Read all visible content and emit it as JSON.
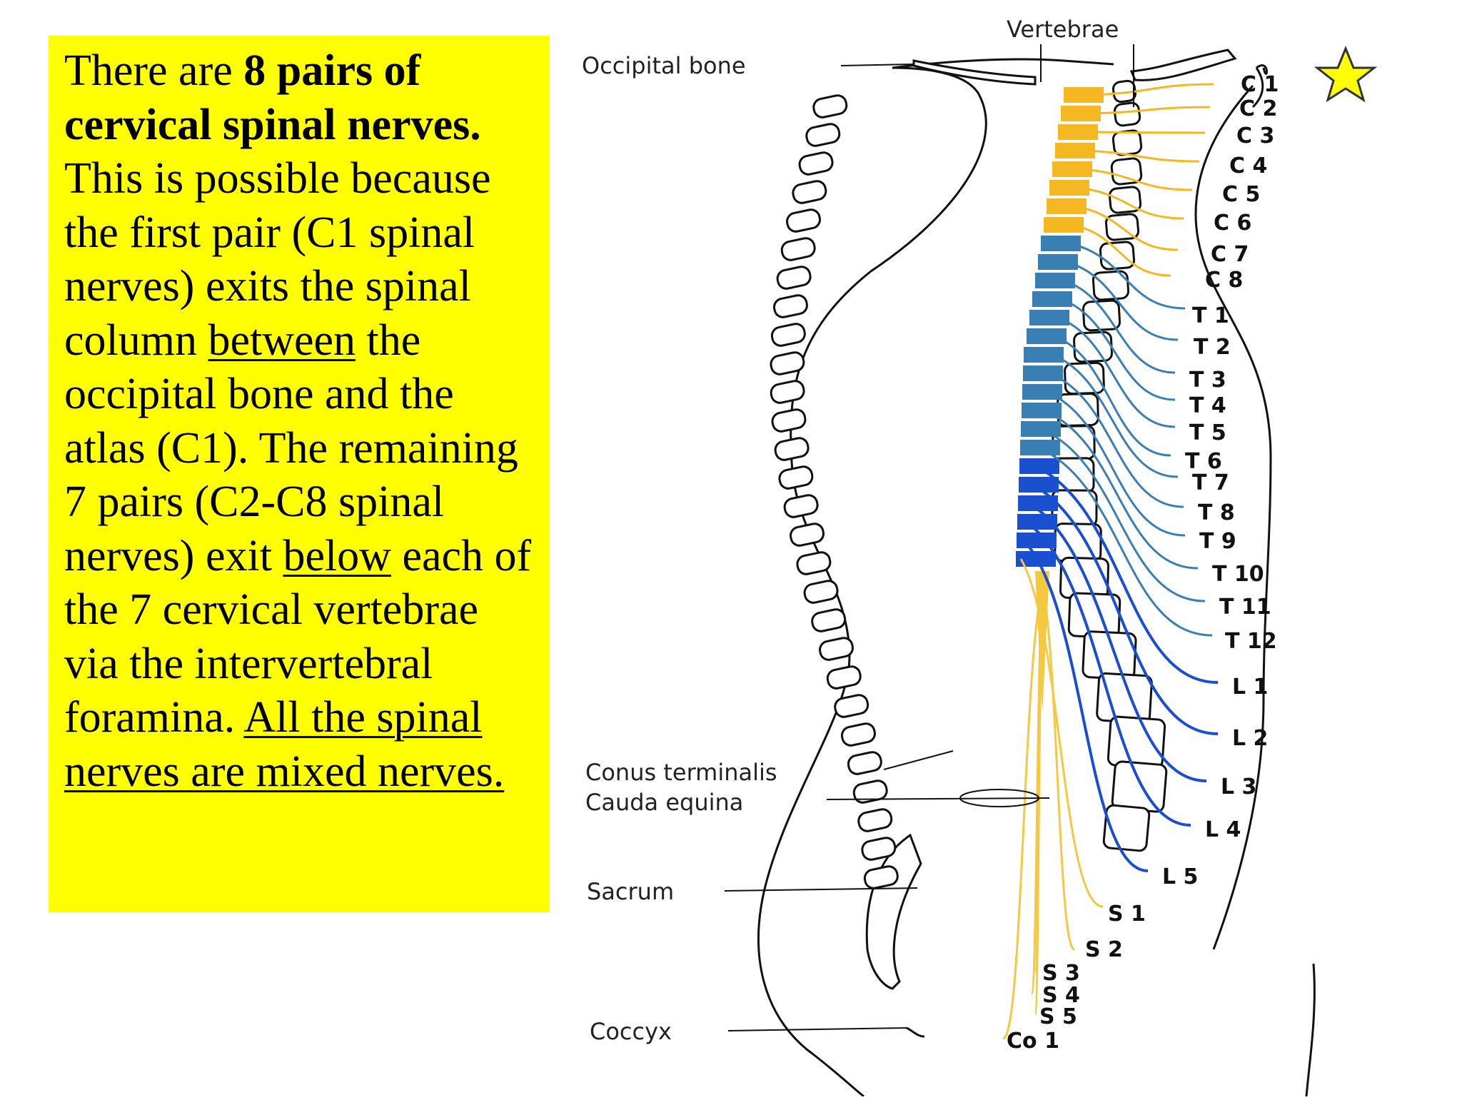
{
  "text_panel": {
    "s1": "There are ",
    "s2": "8 pairs of cervical spinal nerves.",
    "s3": " This is possible because the first pair (C1 spinal nerves) exits the spinal column ",
    "s4": "between",
    "s5": " the occipital bone and the atlas (C1).  The remaining 7 pairs (C2-C8 spinal nerves) exit ",
    "s6": "below",
    "s7": " each of the 7 cervical vertebrae via the intervertebral foramina.  ",
    "s8": "All the spinal nerves are mixed nerves.",
    "background": "#ffff00"
  },
  "diagram": {
    "labels": {
      "vertebrae": "Vertebrae",
      "occipital": "Occipital bone",
      "conus": "Conus terminalis",
      "cauda": "Cauda equina",
      "sacrum": "Sacrum",
      "coccyx": "Coccyx"
    },
    "nerve_labels": [
      "C 1",
      "C 2",
      "C 3",
      "C 4",
      "C 5",
      "C 6",
      "C 7",
      "C 8",
      "T 1",
      "T 2",
      "T 3",
      "T 4",
      "T 5",
      "T 6",
      "T 7",
      "T 8",
      "T 9",
      "T 10",
      "T 11",
      "T 12",
      "L 1",
      "L 2",
      "L 3",
      "L 4",
      "L 5",
      "S 1",
      "S 2",
      "S 3",
      "S 4",
      "S 5",
      "Co 1"
    ],
    "colors": {
      "cervical": "#f5b823",
      "thoracic": "#3a7fb3",
      "lumbar": "#1a4fd0",
      "sacral": "#f5c842",
      "star": "#ffff00"
    },
    "star_icon": "star-icon"
  }
}
